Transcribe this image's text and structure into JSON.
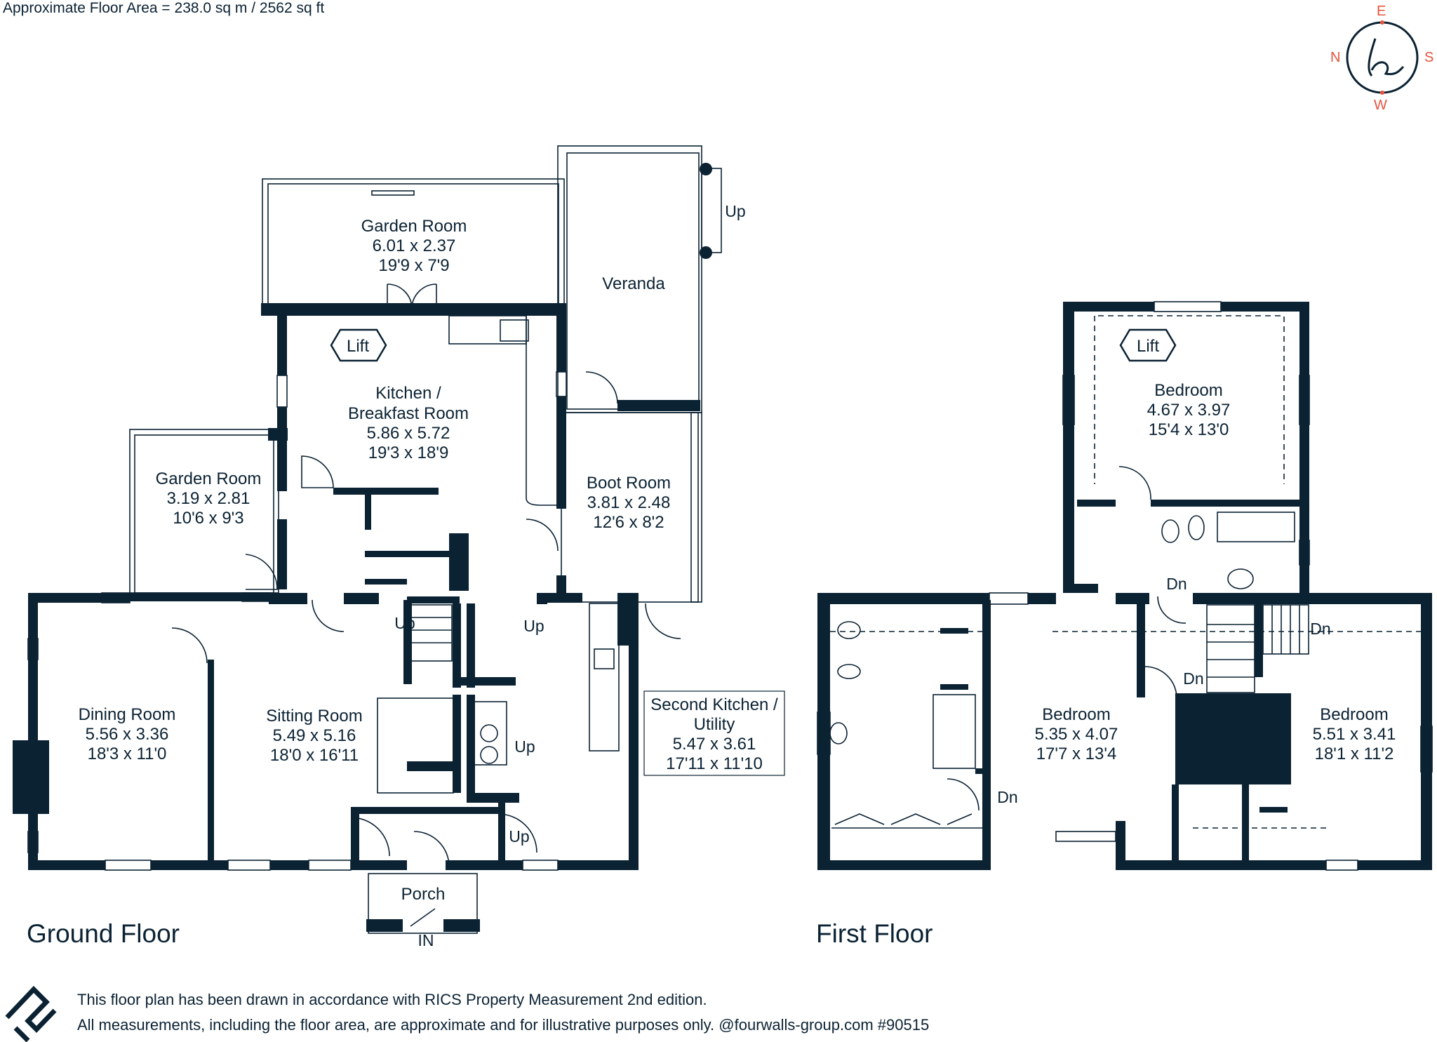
{
  "header": {
    "floor_area": "Approximate Floor Area = 238.0 sq m / 2562 sq ft"
  },
  "compass": {
    "n": "N",
    "e": "E",
    "s": "S",
    "w": "W",
    "accent": "#e5533d"
  },
  "floors": {
    "ground": "Ground Floor",
    "first": "First Floor"
  },
  "rooms": {
    "garden_room_1": {
      "name": "Garden Room",
      "metric": "6.01 x 2.37",
      "imperial": "19'9 x 7'9"
    },
    "veranda": {
      "name": "Veranda"
    },
    "kitchen": {
      "name1": "Kitchen /",
      "name2": "Breakfast Room",
      "metric": "5.86 x 5.72",
      "imperial": "19'3 x 18'9"
    },
    "garden_room_2": {
      "name": "Garden Room",
      "metric": "3.19 x 2.81",
      "imperial": "10'6 x 9'3"
    },
    "boot_room": {
      "name": "Boot Room",
      "metric": "3.81 x 2.48",
      "imperial": "12'6 x 8'2"
    },
    "dining_room": {
      "name": "Dining Room",
      "metric": "5.56 x 3.36",
      "imperial": "18'3 x 11'0"
    },
    "sitting_room": {
      "name": "Sitting Room",
      "metric": "5.49 x 5.16",
      "imperial": "18'0 x 16'11"
    },
    "second_kitchen": {
      "name1": "Second Kitchen /",
      "name2": "Utility",
      "metric": "5.47 x 3.61",
      "imperial": "17'11 x 11'10"
    },
    "porch": {
      "name": "Porch",
      "entry": "IN"
    },
    "bedroom_1": {
      "name": "Bedroom",
      "metric": "4.67 x 3.97",
      "imperial": "15'4 x 13'0"
    },
    "bedroom_2": {
      "name": "Bedroom",
      "metric": "5.35 x 4.07",
      "imperial": "17'7 x 13'4"
    },
    "bedroom_3": {
      "name": "Bedroom",
      "metric": "5.51 x 3.41",
      "imperial": "18'1 x 11'2"
    }
  },
  "labels": {
    "lift": "Lift",
    "up": "Up",
    "dn": "Dn"
  },
  "footer": {
    "line1": "This floor plan has been drawn in accordance with RICS Property Measurement 2nd edition.",
    "line2": "All measurements, including the floor area, are approximate and for illustrative purposes only. @fourwalls-group.com #90515"
  }
}
